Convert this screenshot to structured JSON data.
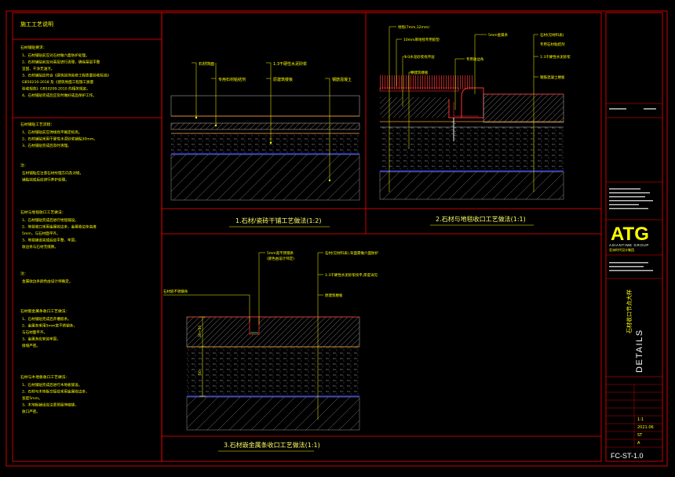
{
  "notes": {
    "title": "施工工艺说明",
    "sec1_head": "石材铺贴要求：",
    "sec1_lines": [
      "1、石材铺贴前应对石材做六面防护处理。",
      "2、石材铺贴前应对基层进行清理，确保基层平整",
      "   坚固、干净无油污。",
      "3、石材铺贴应符合《建筑装饰装修工程质量验收标准》",
      "   GB50210-2018 及《建筑地面工程施工质量",
      "   验收规范》GB50209-2010 的相关规定。",
      "4、石材铺贴完成后应及时做好成品保护工作。"
    ],
    "sec2_head": "石材铺贴工艺流程：",
    "sec2_lines": [
      "1、石材铺贴前应弹线找平确定标高。",
      "2、石材铺贴采用干硬性水泥砂浆铺贴30mm。",
      "3、石材铺贴完成后及时清理。"
    ],
    "sec2_note_head": "注：",
    "sec2_note_lines": [
      "石材铺贴应注意石材纹理方向及对缝，",
      "铺贴完成后应进行养护处理。"
    ],
    "sec3_head": "石材与地毯收口工艺做法：",
    "sec3_lines": [
      "1、石材铺贴完成后进行地毯铺设。",
      "2、地毯收口采用金属收边条，金属收边条高度",
      "   5mm，与石材面平齐。",
      "3、地毯铺设完成后应平整、牢固，",
      "   收边条与石材无缝隙。"
    ],
    "sec3_note_head": "注：",
    "sec3_note_lines": [
      "金属收边条颜色由设计师确定。"
    ],
    "sec4_head": "石材嵌金属条收口工艺做法：",
    "sec4_lines": [
      "1、石材铺贴完成后开槽嵌条。",
      "2、金属条采用5mm宽不锈钢条，",
      "   与石材面平齐。",
      "3、金属条应安装牢固，",
      "   接缝严密。"
    ],
    "sec5_head": "石材与木地板收口工艺做法：",
    "sec5_lines": [
      "1、石材铺贴完成后进行木地板铺设。",
      "2、石材与木地板交接处采用金属收边条，",
      "   宽度5mm。",
      "3、木地板铺设应注意预留伸缩缝，",
      "   收口严密。"
    ]
  },
  "detail1": {
    "caption": "1.石材/瓷砖干铺工艺做法(1:2)",
    "labels": [
      "石材饰面",
      "专用石材粘结剂",
      "1:3干硬性水泥砂浆",
      "原建筑楼板",
      "钢筋混凝土"
    ]
  },
  "detail2": {
    "caption": "2.石材与地毯收口工艺做法(1:1)",
    "labels": [
      "地毯(7mm,12mm)",
      "10mm厚地毯专用胶垫",
      "1:3水泥砂浆找平层",
      "原建筑楼板",
      "5mm金属条",
      "专用收边条",
      "石材(见材料表)",
      "专用石材粘结剂",
      "1:3干硬性水泥砂浆",
      "钢筋混凝土楼板"
    ]
  },
  "detail3": {
    "caption": "3.石材嵌金属条收口工艺做法(1:1)",
    "labels": [
      "5mm宽不锈钢条",
      "(颜色由设计师定)",
      "石材(见材料表),背面需做六面防护",
      "1:3干硬性水泥砂浆找平,厚度详见",
      "原建筑楼板",
      "石材嵌不锈钢条"
    ],
    "dims": [
      "30~50",
      "50"
    ]
  },
  "titleblock": {
    "logo": "ATG",
    "company_en": "ASIANTIME GROUP",
    "company_sub": "亚洲时代设计集团",
    "category_cn": "石材收口节点大样",
    "category_en": "DETAILS",
    "drawing_no": "FC-ST-1.0",
    "scale": "1:1",
    "date": "2021.06",
    "sheet": "ST",
    "rev": "A"
  },
  "colors": {
    "background": "#000000",
    "frame": "#ff0000",
    "text": "#ffff00",
    "hatch": "#8a8a8a",
    "blue_line": "#3340ff",
    "grey_line": "#bfbfbf"
  }
}
